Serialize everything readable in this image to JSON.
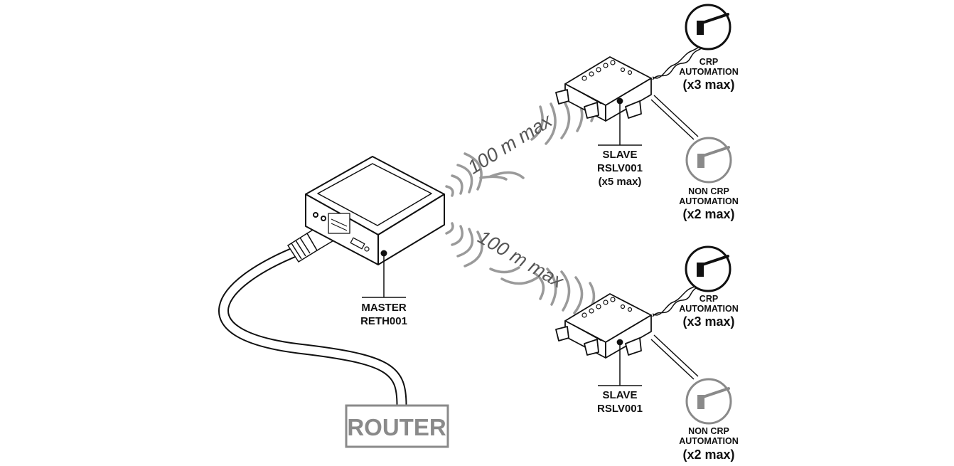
{
  "master": {
    "line1": "MASTER",
    "line2": "RETH001"
  },
  "router": {
    "label": "ROUTER"
  },
  "range_top": "100 m max",
  "range_bottom": "100 m max",
  "slave_top": {
    "line1": "SLAVE",
    "line2": "RSLV001",
    "line3": "(x5 max)"
  },
  "slave_bottom": {
    "line1": "SLAVE",
    "line2": "RSLV001"
  },
  "crp_top": {
    "line1": "CRP",
    "line2": "AUTOMATION",
    "line3": "(x3 max)"
  },
  "noncrp_top": {
    "line1": "NON CRP",
    "line2": "AUTOMATION",
    "line3": "(x2 max)"
  },
  "crp_bottom": {
    "line1": "CRP",
    "line2": "AUTOMATION",
    "line3": "(x3 max)"
  },
  "noncrp_bottom": {
    "line1": "NON CRP",
    "line2": "AUTOMATION",
    "line3": "(x2 max)"
  },
  "colors": {
    "ink": "#111111",
    "grey": "#8a8a8a",
    "wave": "#9a9a9a"
  },
  "icons": {
    "automation": "barrier-gate-icon",
    "wireless": "radio-waves-icon",
    "cable": "ethernet-cable-icon"
  }
}
